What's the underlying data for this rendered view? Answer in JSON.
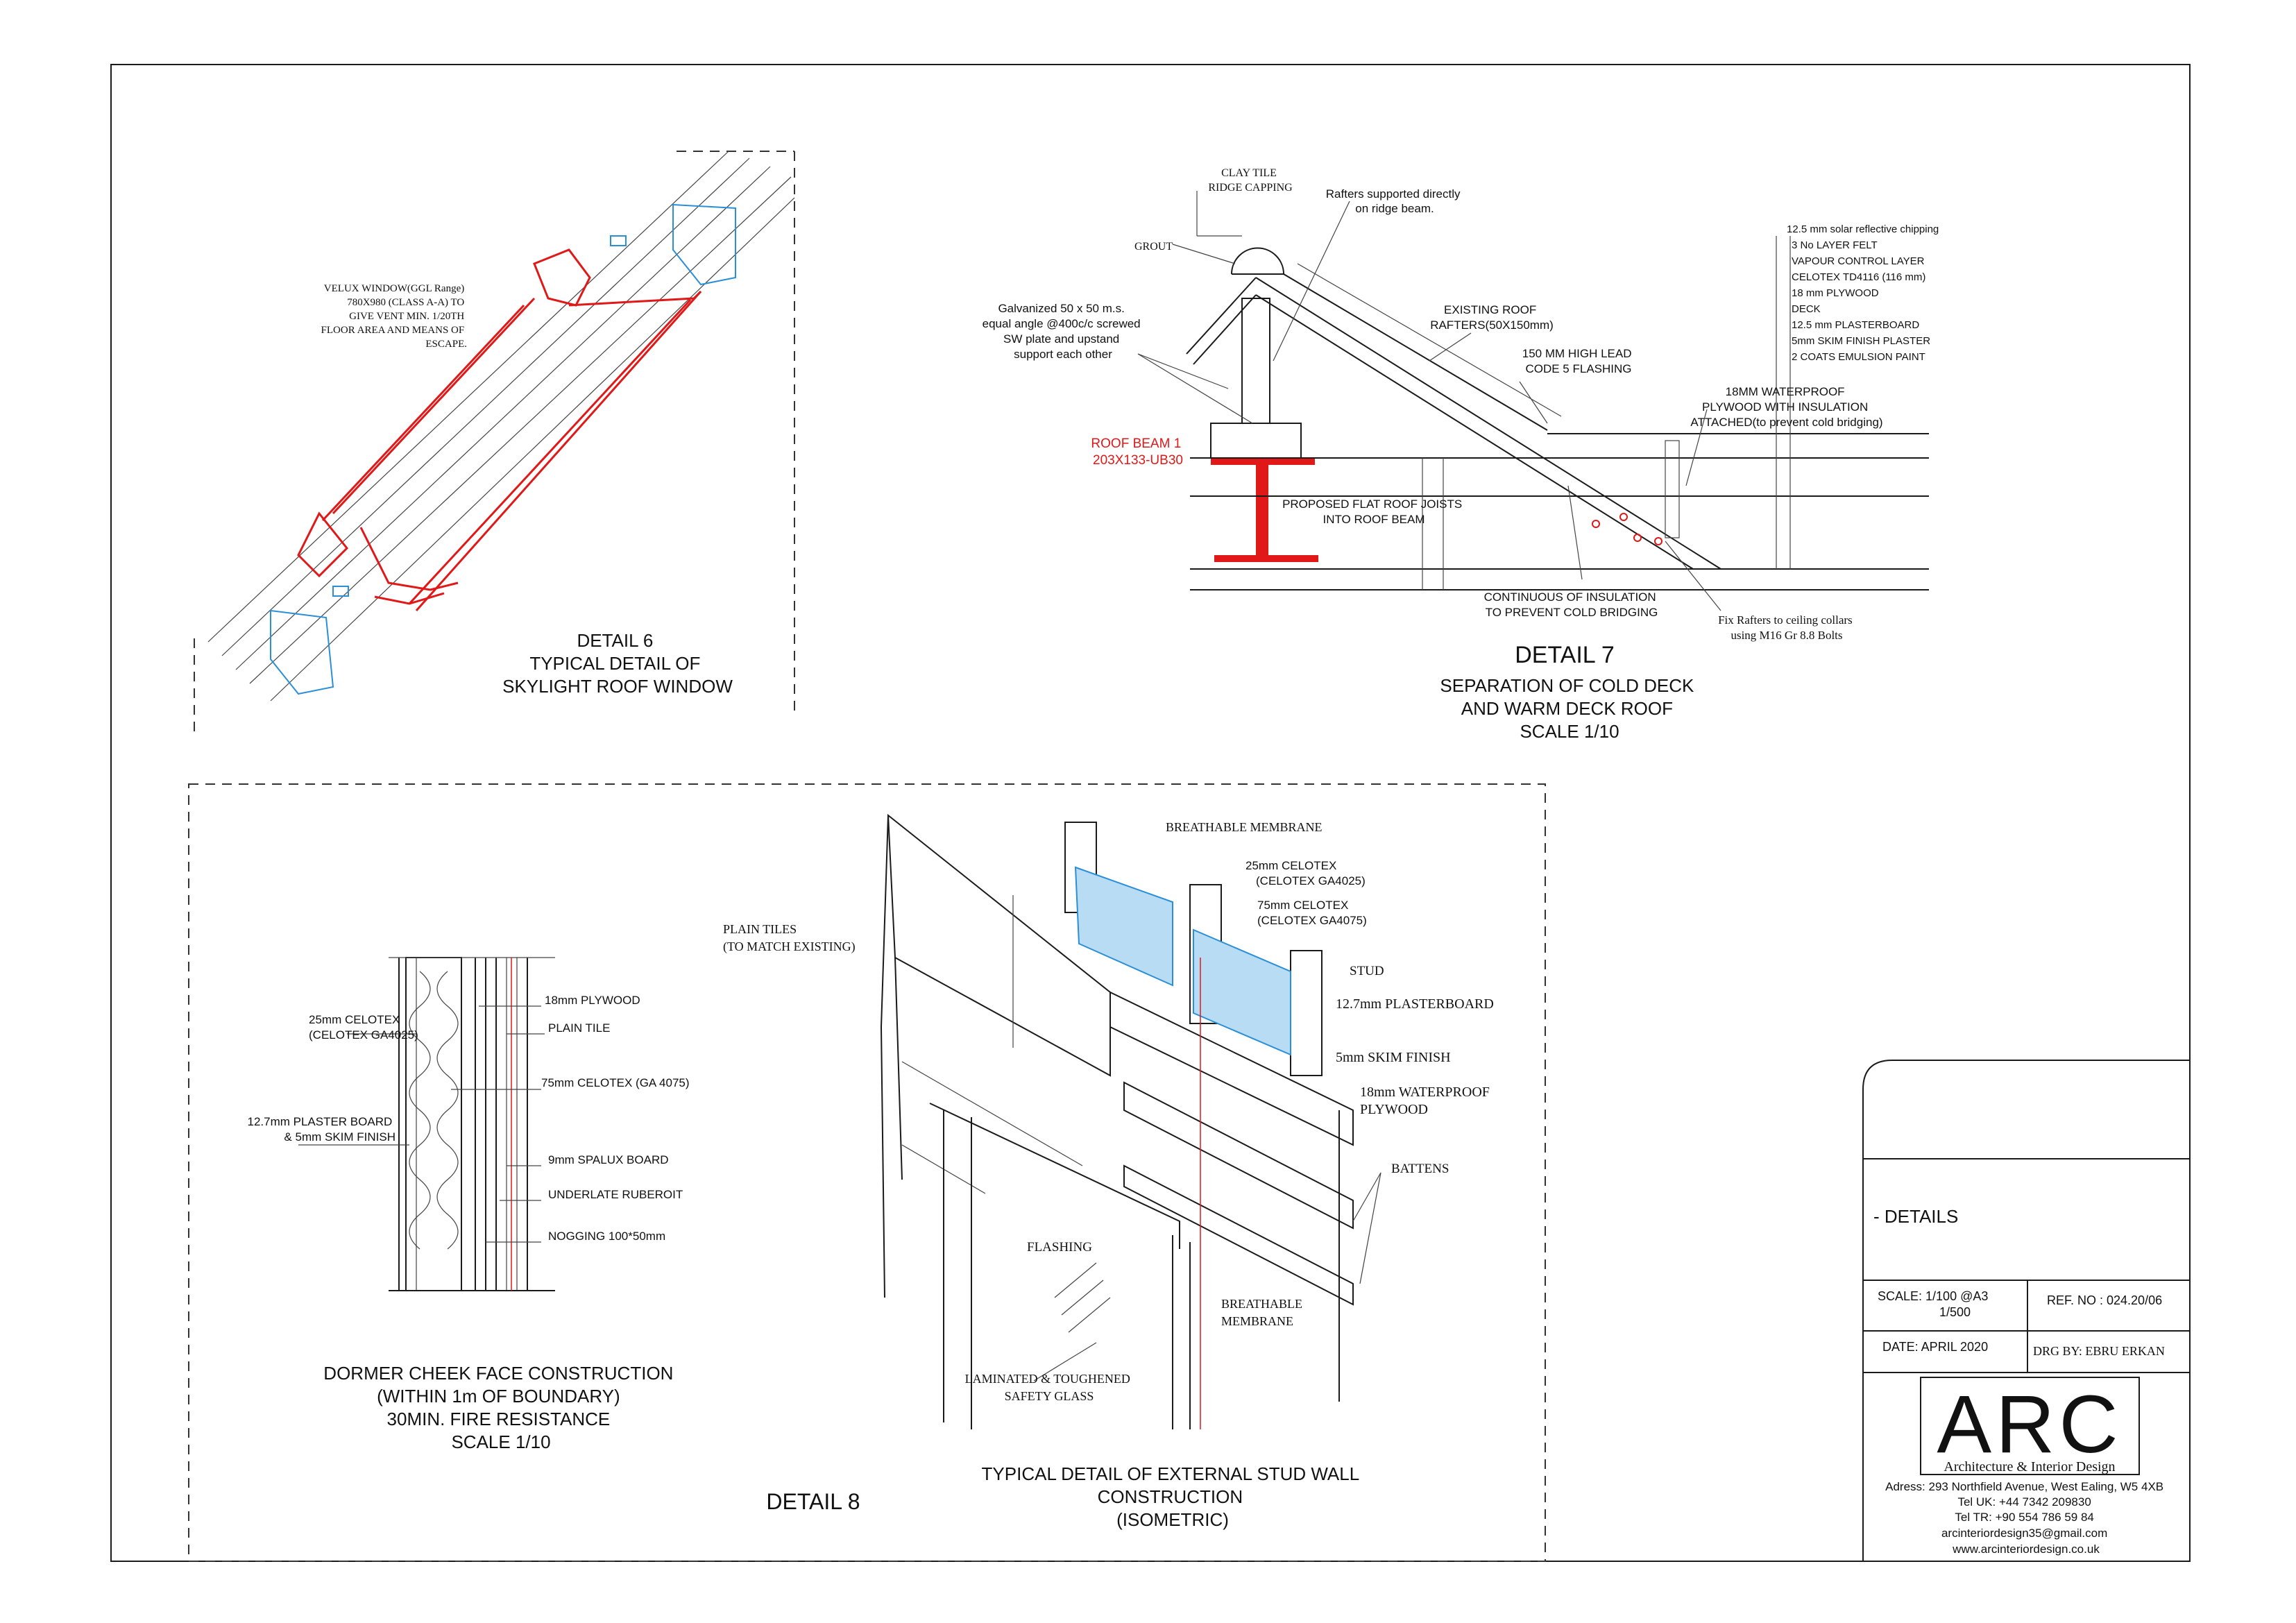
{
  "detail6": {
    "velux_note": [
      "VELUX WINDOW(GGL Range)",
      "780X980 (CLASS A-A) TO",
      "GIVE VENT MIN. 1/20TH",
      "FLOOR AREA AND MEANS OF",
      "ESCAPE."
    ],
    "title": [
      "DETAIL 6",
      "TYPICAL DETAIL OF",
      "SKYLIGHT ROOF WINDOW"
    ]
  },
  "detail7": {
    "clay_tile": [
      "CLAY TILE",
      "RIDGE CAPPING"
    ],
    "rafters_supported": [
      "Rafters supported directly",
      "on ridge beam."
    ],
    "grout": "GROUT",
    "galvanized": [
      "Galvanized 50 x 50 m.s.",
      "equal angle  @400c/c screwed",
      "SW plate and upstand",
      "support each other"
    ],
    "existing_rafters": [
      "EXISTING ROOF",
      "RAFTERS(50X150mm)"
    ],
    "lead_flashing": [
      "150 MM HIGH LEAD",
      "CODE 5 FLASHING"
    ],
    "roof_beam": [
      "ROOF BEAM 1",
      "203X133-UB30"
    ],
    "flat_roof_joists": [
      "PROPOSED FLAT ROOF JOISTS",
      "INTO ROOF BEAM"
    ],
    "continuous_insulation": [
      "CONTINUOUS OF INSULATION",
      "TO PREVENT COLD BRIDGING"
    ],
    "fix_rafters": [
      "Fix Rafters to ceiling collars",
      "using M16 Gr 8.8 Bolts"
    ],
    "waterproof_plywood": [
      "18MM WATERPROOF",
      "PLYWOOD WITH INSULATION",
      "ATTACHED(to prevent cold bridging)"
    ],
    "layers": [
      "12.5 mm  solar reflective chipping",
      "3 No LAYER FELT",
      "VAPOUR CONTROL LAYER",
      "CELOTEX TD4116 (116 mm)",
      "18 mm PLYWOOD",
      "DECK",
      "12.5 mm PLASTERBOARD",
      "5mm SKIM FINISH PLASTER",
      "2 COATS EMULSION PAINT"
    ],
    "title": [
      "DETAIL 7",
      "SEPARATION OF COLD DECK",
      "AND WARM DECK ROOF",
      "SCALE 1/10"
    ]
  },
  "dormer": {
    "celotex25": [
      "25mm CELOTEX",
      "(CELOTEX GA4025)"
    ],
    "plaster_board": [
      "12.7mm PLASTER BOARD",
      "& 5mm SKIM FINISH"
    ],
    "plywood": "18mm PLYWOOD",
    "plain_tile": "PLAIN TILE",
    "celotex75": "75mm CELOTEX (GA 4075)",
    "spalux": "9mm SPALUX BOARD",
    "underlate": "UNDERLATE RUBEROIT",
    "nogging": "NOGGING 100*50mm",
    "title": [
      "DORMER CHEEK FACE CONSTRUCTION",
      "(WITHIN 1m OF BOUNDARY)",
      "30MIN. FIRE RESISTANCE",
      "SCALE 1/10"
    ]
  },
  "detail8": {
    "label": "DETAIL 8",
    "breathable_top": "BREATHABLE MEMBRANE",
    "celotex25": [
      "25mm CELOTEX",
      "(CELOTEX  GA4025)"
    ],
    "celotex75": [
      "75mm CELOTEX",
      "(CELOTEX  GA4075)"
    ],
    "plain_tiles": [
      "PLAIN TILES",
      "(TO MATCH EXISTING)"
    ],
    "stud": "STUD",
    "plasterboard": "12.7mm PLASTERBOARD",
    "skim": "5mm SKIM FINISH",
    "waterproof": [
      "18mm WATERPROOF",
      "PLYWOOD"
    ],
    "battens": "BATTENS",
    "flashing": "FLASHING",
    "breathable_bottom": [
      "BREATHABLE",
      "MEMBRANE"
    ],
    "glass": [
      "LAMINATED & TOUGHENED",
      "SAFETY GLASS"
    ],
    "title": [
      "TYPICAL DETAIL OF EXTERNAL STUD WALL",
      "CONSTRUCTION",
      "(ISOMETRIC)"
    ]
  },
  "title_block": {
    "sheet": "-  DETAILS",
    "scale_label": "SCALE:  1/100 @A3",
    "scale_2": "1/500",
    "ref": "REF. NO :  024.20/06",
    "date": "DATE:  APRIL 2020",
    "drg": "DRG BY:   EBRU ERKAN",
    "logo": "ARC",
    "logo_sub": "Architecture & Interior Design",
    "address": [
      "Adress: 293 Northfield Avenue, West Ealing, W5 4XB",
      "Tel UK: +44 7342 209830",
      "Tel TR: +90 554 786 59 84",
      "arcinteriordesign35@gmail.com",
      "www.arcinteriordesign.co.uk"
    ]
  },
  "colors": {
    "accent_red": "#e01818",
    "insulation_blue": "#2a8fd6",
    "line": "#1a1a1a"
  }
}
